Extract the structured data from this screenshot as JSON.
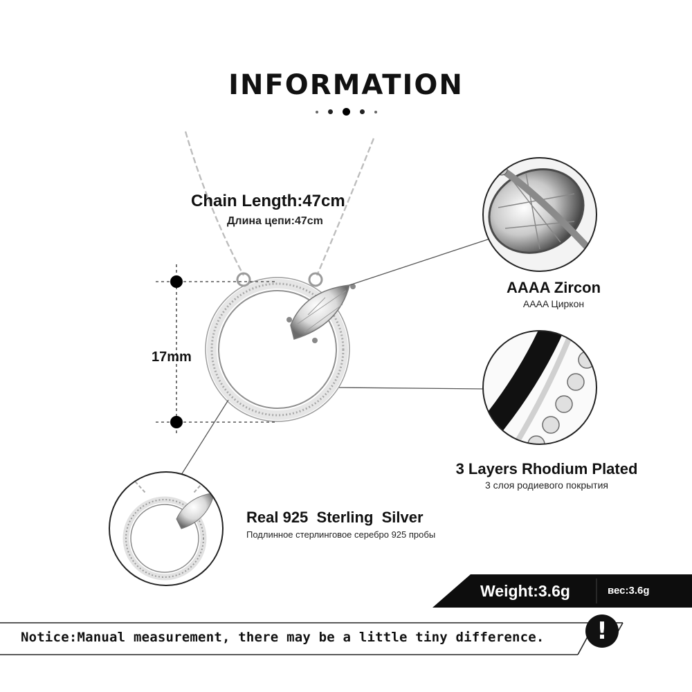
{
  "header": {
    "title": "INFORMATION"
  },
  "chain": {
    "length_label": "Chain Length:47cm",
    "length_label_ru": "Длина цепи:47cm"
  },
  "pendant": {
    "size_label": "17mm"
  },
  "features": {
    "zircon": {
      "label": "AAAA Zircon",
      "label_ru": "AAAA Циркон"
    },
    "rhodium": {
      "label": "3 Layers Rhodium Plated",
      "label_ru": "3 слоя родиевого покрытия"
    },
    "silver": {
      "label": "Real 925  Sterling  Silver",
      "label_ru": "Подлинное стерлинговое серебро 925 пробы"
    }
  },
  "weight": {
    "label": "Weight:3.6g",
    "label_ru": "вес:3.6g"
  },
  "notice": {
    "text": "Notice:Manual measurement, there may be a little tiny difference.",
    "icon_symbol": "!"
  },
  "icons": [
    "exclamation-icon",
    "dot-separator-icon"
  ],
  "colors": {
    "text": "#111111",
    "banner": "#0d0d0d",
    "line": "#555555",
    "silver": "#c8c8c8"
  }
}
